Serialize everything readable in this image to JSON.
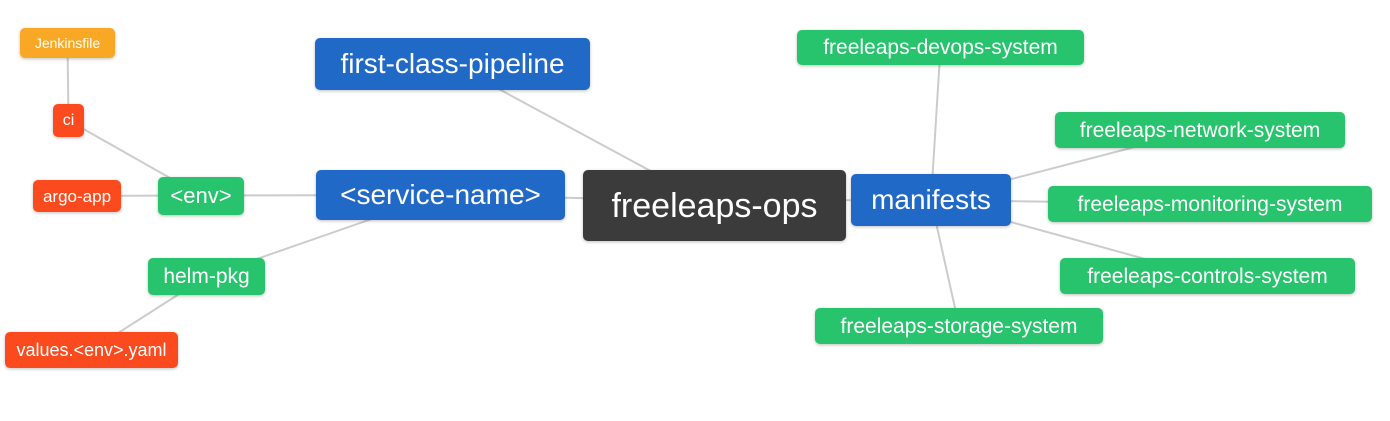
{
  "diagram": {
    "type": "mindmap",
    "root_label": "freeleaps-ops",
    "colors": {
      "root": "#3b3b3b",
      "primary": "#2169c7",
      "success": "#27c46d",
      "danger": "#fb4a1e",
      "warning": "#f9a825",
      "edge": "#cccccc",
      "bg": "#ffffff"
    },
    "nodes": {
      "root": {
        "label": "freeleaps-ops",
        "color_role": "root"
      },
      "first_class_pipeline": {
        "label": "first-class-pipeline",
        "color_role": "primary"
      },
      "service_name": {
        "label": "<service-name>",
        "color_role": "primary"
      },
      "manifests": {
        "label": "manifests",
        "color_role": "primary"
      },
      "env": {
        "label": "<env>",
        "color_role": "success"
      },
      "helm_pkg": {
        "label": "helm-pkg",
        "color_role": "success"
      },
      "jenkinsfile": {
        "label": "Jenkinsfile",
        "color_role": "warning"
      },
      "ci": {
        "label": "ci",
        "color_role": "danger"
      },
      "argo_app": {
        "label": "argo-app",
        "color_role": "danger"
      },
      "values_env_yaml": {
        "label": "values.<env>.yaml",
        "color_role": "danger"
      },
      "devops_system": {
        "label": "freeleaps-devops-system",
        "color_role": "success"
      },
      "network_system": {
        "label": "freeleaps-network-system",
        "color_role": "success"
      },
      "monitoring_system": {
        "label": "freeleaps-monitoring-system",
        "color_role": "success"
      },
      "controls_system": {
        "label": "freeleaps-controls-system",
        "color_role": "success"
      },
      "storage_system": {
        "label": "freeleaps-storage-system",
        "color_role": "success"
      }
    },
    "edges": [
      {
        "from": "Jenkinsfile",
        "to": "ci"
      },
      {
        "from": "ci",
        "to": "<env>"
      },
      {
        "from": "argo-app",
        "to": "<env>"
      },
      {
        "from": "<env>",
        "to": "<service-name>"
      },
      {
        "from": "helm-pkg",
        "to": "<service-name>"
      },
      {
        "from": "values.<env>.yaml",
        "to": "helm-pkg"
      },
      {
        "from": "first-class-pipeline",
        "to": "freeleaps-ops"
      },
      {
        "from": "<service-name>",
        "to": "freeleaps-ops"
      },
      {
        "from": "freeleaps-ops",
        "to": "manifests"
      },
      {
        "from": "manifests",
        "to": "freeleaps-devops-system"
      },
      {
        "from": "manifests",
        "to": "freeleaps-network-system"
      },
      {
        "from": "manifests",
        "to": "freeleaps-monitoring-system"
      },
      {
        "from": "manifests",
        "to": "freeleaps-controls-system"
      },
      {
        "from": "manifests",
        "to": "freeleaps-storage-system"
      }
    ]
  }
}
